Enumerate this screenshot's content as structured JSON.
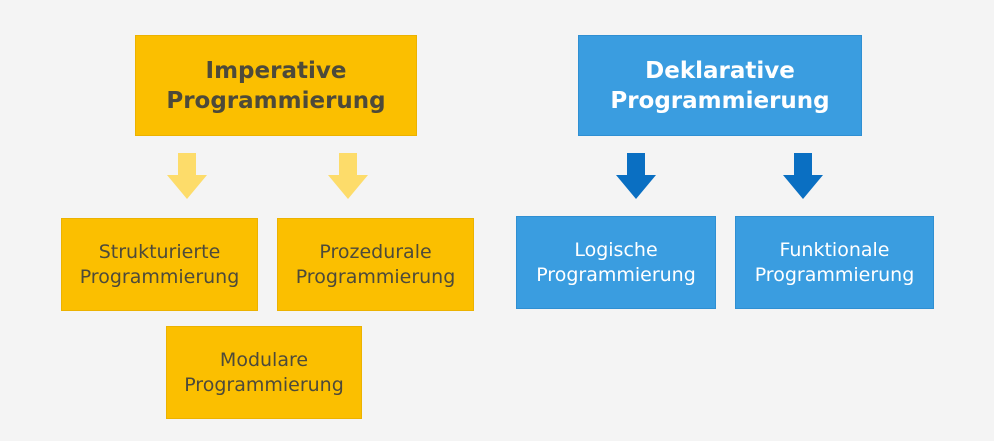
{
  "imperative": {
    "title_line1": "Imperative",
    "title_line2": "Programmierung",
    "children": [
      {
        "line1": "Strukturierte",
        "line2": "Programmierung"
      },
      {
        "line1": "Prozedurale",
        "line2": "Programmierung"
      },
      {
        "line1": "Modulare",
        "line2": "Programmierung"
      }
    ]
  },
  "declarative": {
    "title_line1": "Deklarative",
    "title_line2": "Programmierung",
    "children": [
      {
        "line1": "Logische",
        "line2": "Programmierung"
      },
      {
        "line1": "Funktionale",
        "line2": "Programmierung"
      }
    ]
  },
  "colors": {
    "imperative_fill": "#fbbf00",
    "imperative_arrow": "#fddc6a",
    "declarative_fill": "#3a9de0",
    "declarative_arrow": "#0a6fc2",
    "background": "#f4f4f4"
  }
}
